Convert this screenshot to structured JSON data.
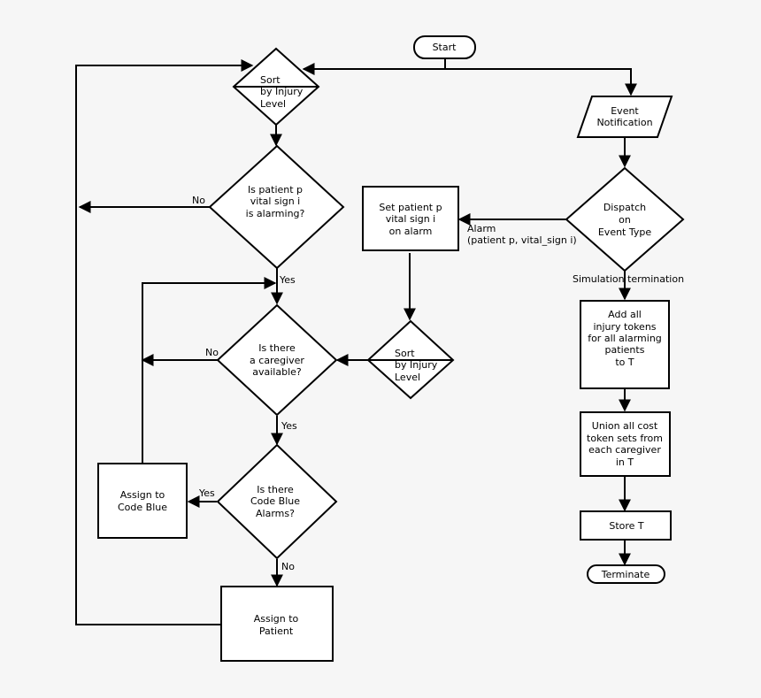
{
  "nodes": {
    "start": "Start",
    "sort_top": [
      "Sort",
      "by Injury",
      "Level"
    ],
    "event_notification": [
      "Event",
      "Notification"
    ],
    "vital_check": [
      "Is patient p",
      "vital sign i",
      "is alarming?"
    ],
    "dispatch": [
      "Dispatch",
      "on",
      "Event Type"
    ],
    "set_alarm": [
      "Set patient p",
      "vital sign i",
      "on alarm"
    ],
    "caregiver_check": [
      "Is there",
      "a caregiver",
      "available?"
    ],
    "sort_mid": [
      "Sort",
      "by Injury",
      "Level"
    ],
    "add_tokens": [
      "Add all",
      "injury tokens",
      "for all alarming",
      "patients",
      "to T"
    ],
    "union_tokens": [
      "Union all cost",
      "token sets from",
      "each caregiver",
      "in T"
    ],
    "code_blue_check": [
      "Is there",
      "Code Blue",
      "Alarms?"
    ],
    "assign_code_blue": [
      "Assign to",
      "Code Blue"
    ],
    "store": "Store T",
    "terminate": "Terminate",
    "assign_patient": [
      "Assign to",
      "Patient"
    ]
  },
  "edges": {
    "no_vital": "No",
    "yes_vital": "Yes",
    "no_caregiver": "No",
    "yes_caregiver": "Yes",
    "yes_code_blue": "Yes",
    "no_code_blue": "No",
    "alarm": [
      "Alarm",
      "(patient p, vital_sign i)"
    ],
    "simulation_termination": "Simulation termination"
  }
}
